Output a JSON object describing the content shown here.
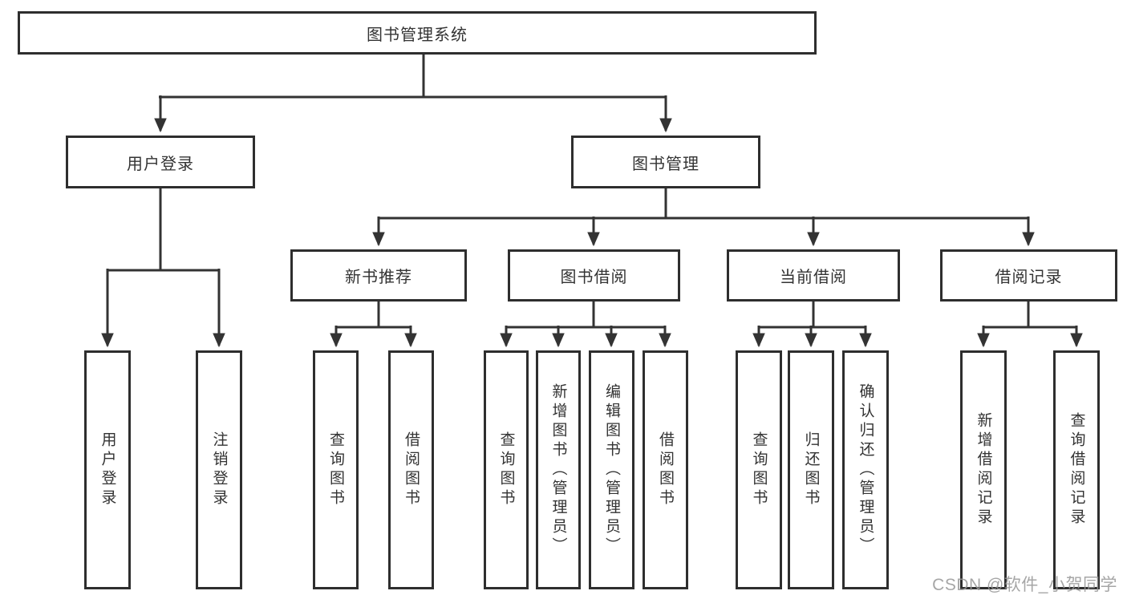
{
  "diagram": {
    "root": {
      "label": "图书管理系统"
    },
    "branches": {
      "user_login": {
        "label": "用户登录",
        "children": [
          {
            "label": "用户登录"
          },
          {
            "label": "注销登录"
          }
        ]
      },
      "book_management": {
        "label": "图书管理",
        "sections": [
          {
            "label": "新书推荐",
            "children": [
              {
                "label": "查询图书"
              },
              {
                "label": "借阅图书"
              }
            ]
          },
          {
            "label": "图书借阅",
            "children": [
              {
                "label": "查询图书"
              },
              {
                "label": "新增图书（管理员）"
              },
              {
                "label": "编辑图书（管理员）"
              },
              {
                "label": "借阅图书"
              }
            ]
          },
          {
            "label": "当前借阅",
            "children": [
              {
                "label": "查询图书"
              },
              {
                "label": "归还图书"
              },
              {
                "label": "确认归还（管理员）"
              }
            ]
          },
          {
            "label": "借阅记录",
            "children": [
              {
                "label": "新增借阅记录"
              },
              {
                "label": "查询借阅记录"
              }
            ]
          }
        ]
      }
    }
  },
  "watermark": {
    "text": "CSDN @软件_小贺同学"
  },
  "colors": {
    "line": "#333333",
    "box_border": "#2e2e2e",
    "text": "#333333",
    "background": "#ffffff",
    "watermark": "#969696"
  }
}
